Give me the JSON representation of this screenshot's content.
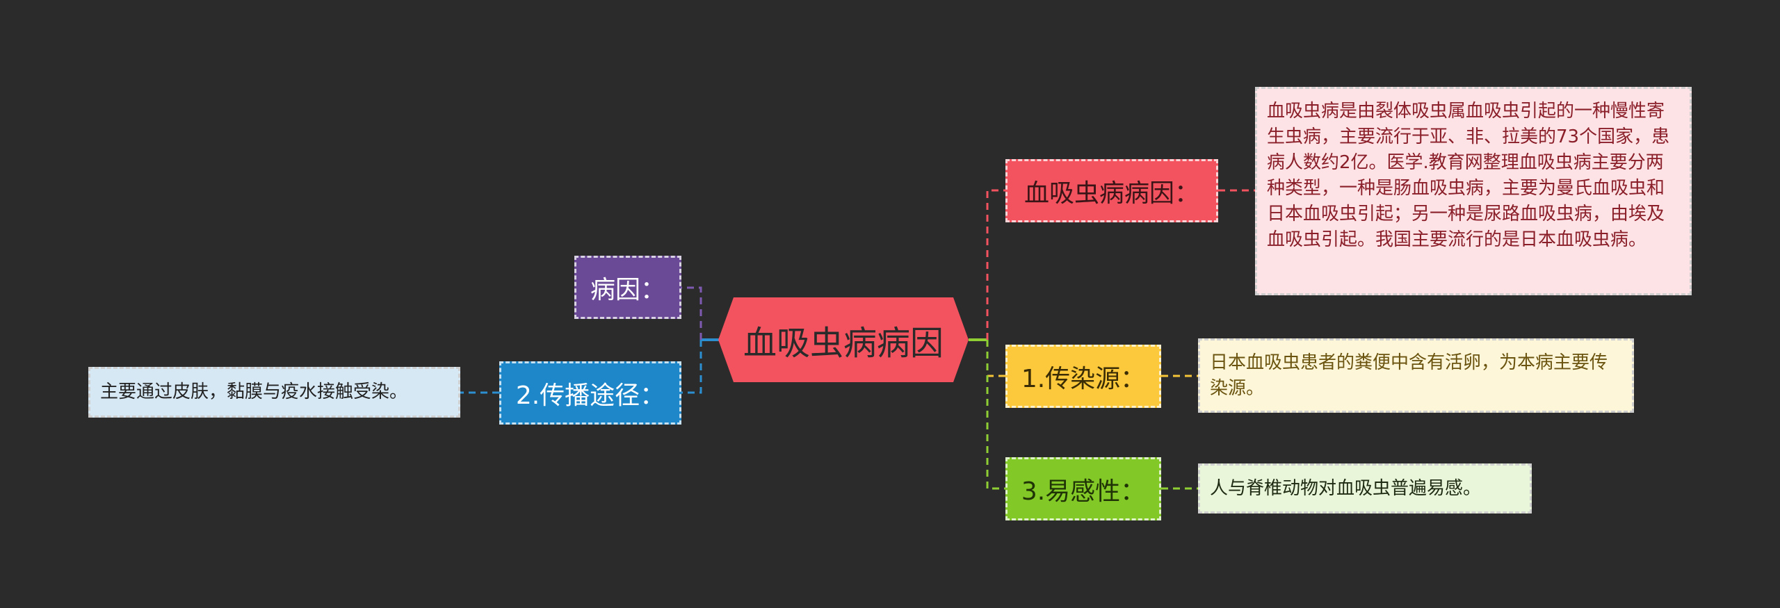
{
  "root": {
    "label": "血吸虫病病因",
    "color": "#f2535f"
  },
  "left_branches": [
    {
      "label": "病因：",
      "color": "#6a4a96",
      "line_color": "#7e5bb0"
    },
    {
      "label": "2.传播途径：",
      "color": "#1d87c9",
      "line_color": "#2c8fd0",
      "note": "主要通过皮肤，黏膜与疫水接触受染。",
      "note_bg": "#d7e8f5"
    }
  ],
  "right_branches": [
    {
      "label": "血吸虫病病因：",
      "color": "#f2535f",
      "line_color": "#f2535f",
      "note": "血吸虫病是由裂体吸虫属血吸虫引起的一种慢性寄生虫病，主要流行于亚、非、拉美的73个国家，患病人数约2亿。医学.教育网整理血吸虫病主要分两种类型，一种是肠血吸虫病，主要为曼氏血吸虫和日本血吸虫引起；另一种是尿路血吸虫病，由埃及血吸虫引起。我国主要流行的是日本血吸虫病。",
      "note_bg": "#fde3e5"
    },
    {
      "label": "1.传染源：",
      "color": "#fbc93b",
      "line_color": "#f7c638",
      "note": "日本血吸虫患者的粪便中含有活卵，为本病主要传染源。",
      "note_bg": "#fdf6d8"
    },
    {
      "label": "3.易感性：",
      "color": "#82c927",
      "line_color": "#8fcf34",
      "note": "人与脊椎动物对血吸虫普遍易感。",
      "note_bg": "#eaf6da"
    }
  ]
}
